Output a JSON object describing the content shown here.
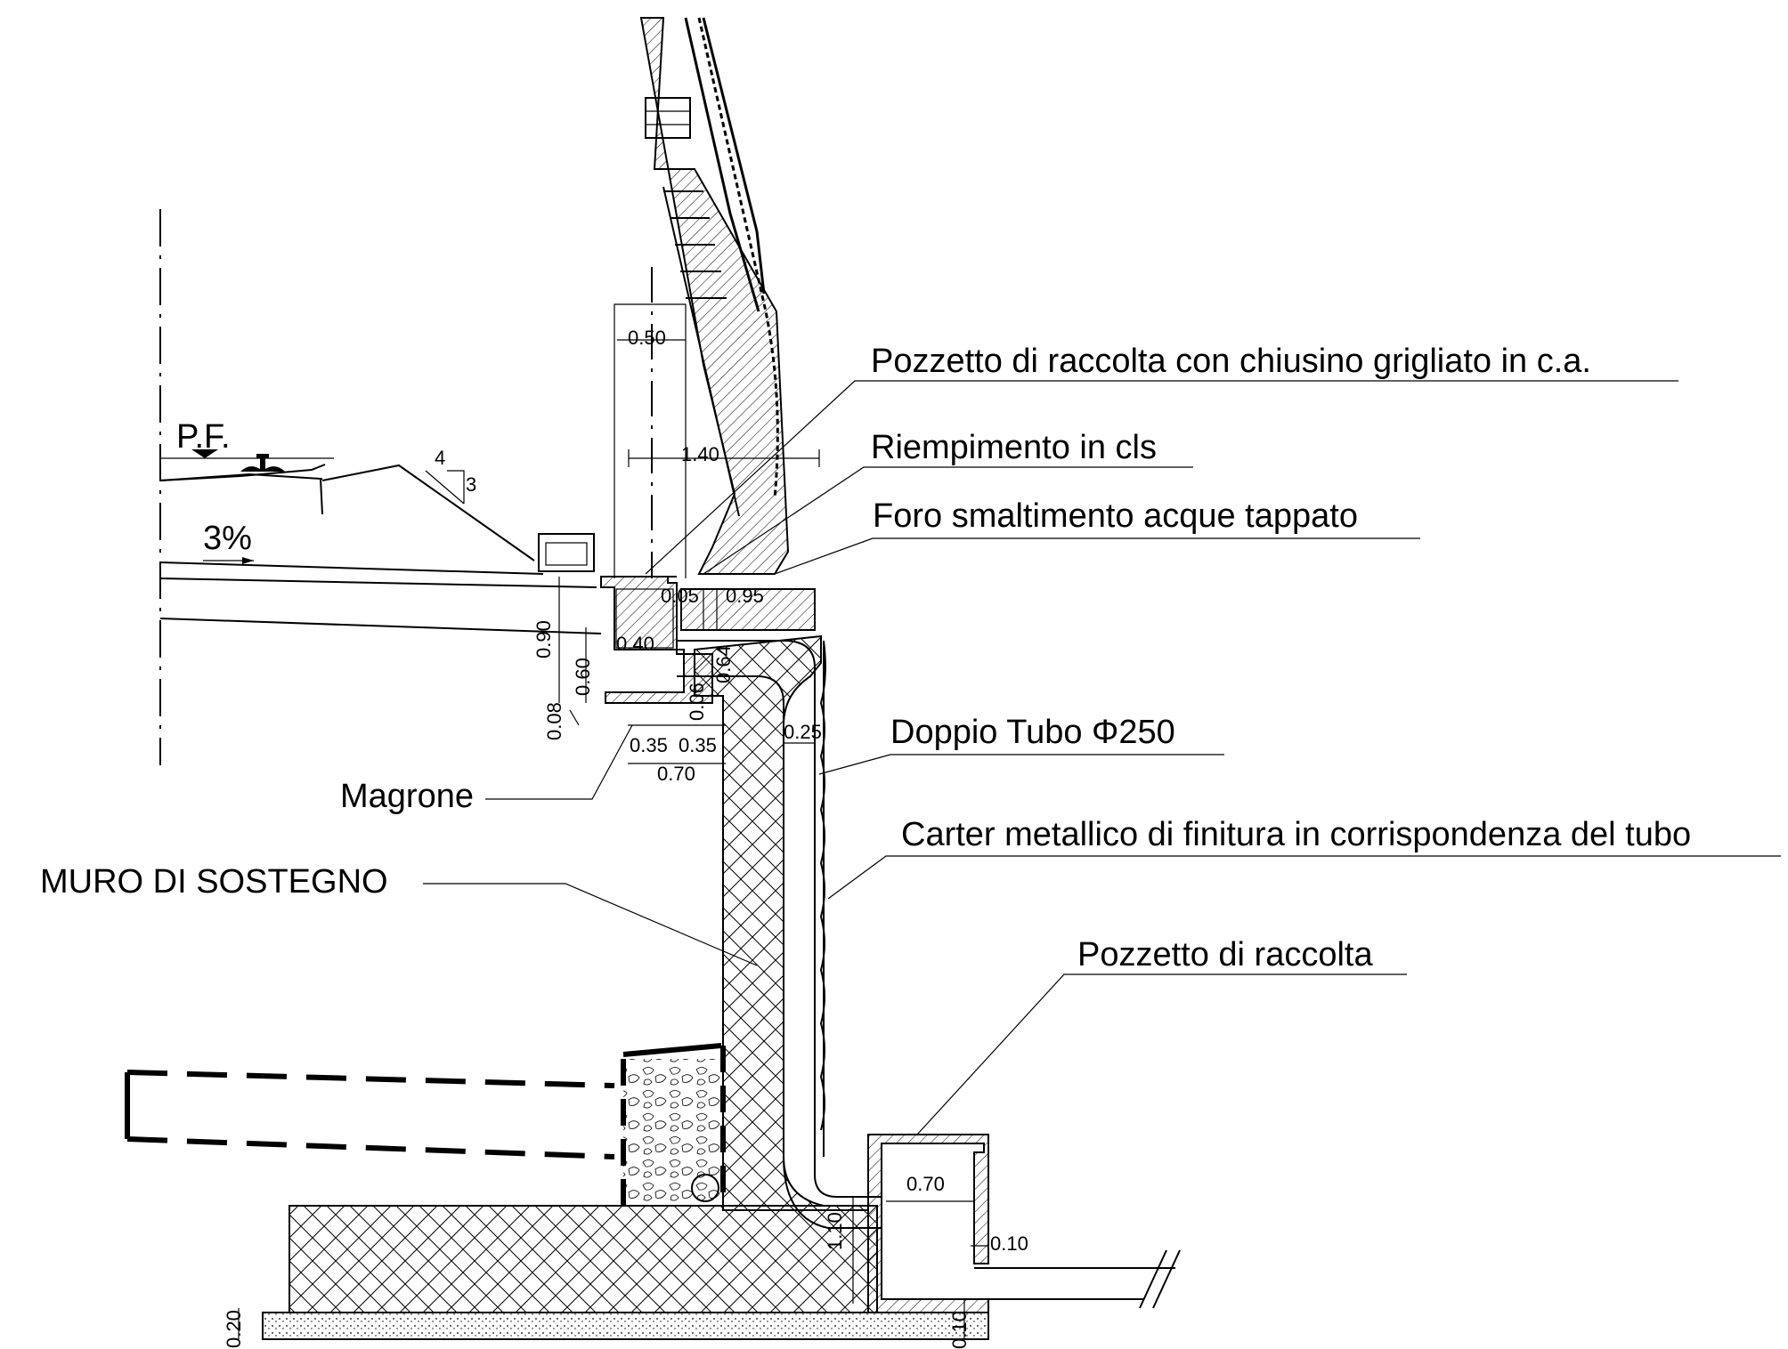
{
  "labels": {
    "pozzetto_top": "Pozzetto di raccolta con chiusino grigliato in c.a.",
    "riempimento": "Riempimento in cls",
    "foro": "Foro smaltimento acque tappato",
    "doppio_tubo": "Doppio Tubo Φ250",
    "carter": "Carter metallico di finitura in corrispondenza del tubo",
    "pozzetto_bottom": "Pozzetto di raccolta",
    "magrone": "Magrone",
    "muro": "MURO DI SOSTEGNO",
    "pf": "P.F.",
    "slope_pct": "3%",
    "slope_v": "4",
    "slope_h": "3"
  },
  "dims": {
    "d050": "0.50",
    "d140": "1.40",
    "d005": "0.05",
    "d095": "0.95",
    "d040": "0.40",
    "d090": "0.90",
    "d060": "0.60",
    "d064": "0.64",
    "d006": "0.06",
    "d008": "0.08",
    "d035a": "0.35",
    "d035b": "0.35",
    "d070": "0.70",
    "d025": "0.25",
    "d070b": "0.70",
    "d110": "1.10",
    "d010a": "0.10",
    "d020": "0.20",
    "d010b": "0.10"
  }
}
